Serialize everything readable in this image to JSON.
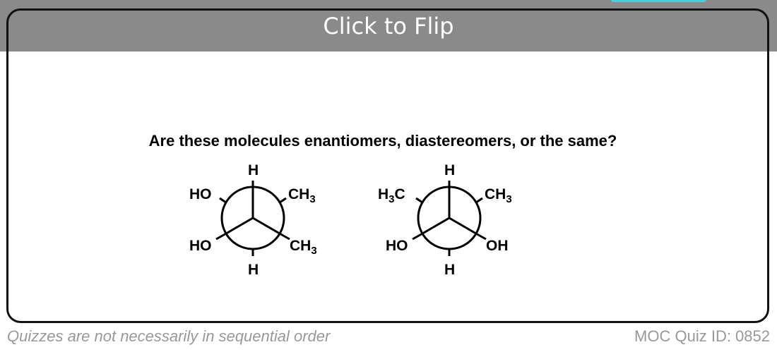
{
  "header": {
    "flip_label": "Click to Flip"
  },
  "card": {
    "question": "Are these molecules enantiomers, diastereomers, or the same?",
    "molecule_1": {
      "front_top": "H",
      "back_upper_left": "HO",
      "back_upper_right": "CH",
      "back_upper_right_sub": "3",
      "front_lower_left": "HO",
      "front_lower_right": "CH",
      "front_lower_right_sub": "3",
      "back_bottom": "H"
    },
    "molecule_2": {
      "front_top": "H",
      "back_upper_left_pre": "H",
      "back_upper_left_sub": "3",
      "back_upper_left_post": "C",
      "back_upper_right": "CH",
      "back_upper_right_sub": "3",
      "front_lower_left": "HO",
      "front_lower_right": "OH",
      "back_bottom": "H"
    }
  },
  "footer": {
    "note": "Quizzes are not necessarily in sequential order",
    "quiz_id": "MOC Quiz ID: 0852"
  }
}
